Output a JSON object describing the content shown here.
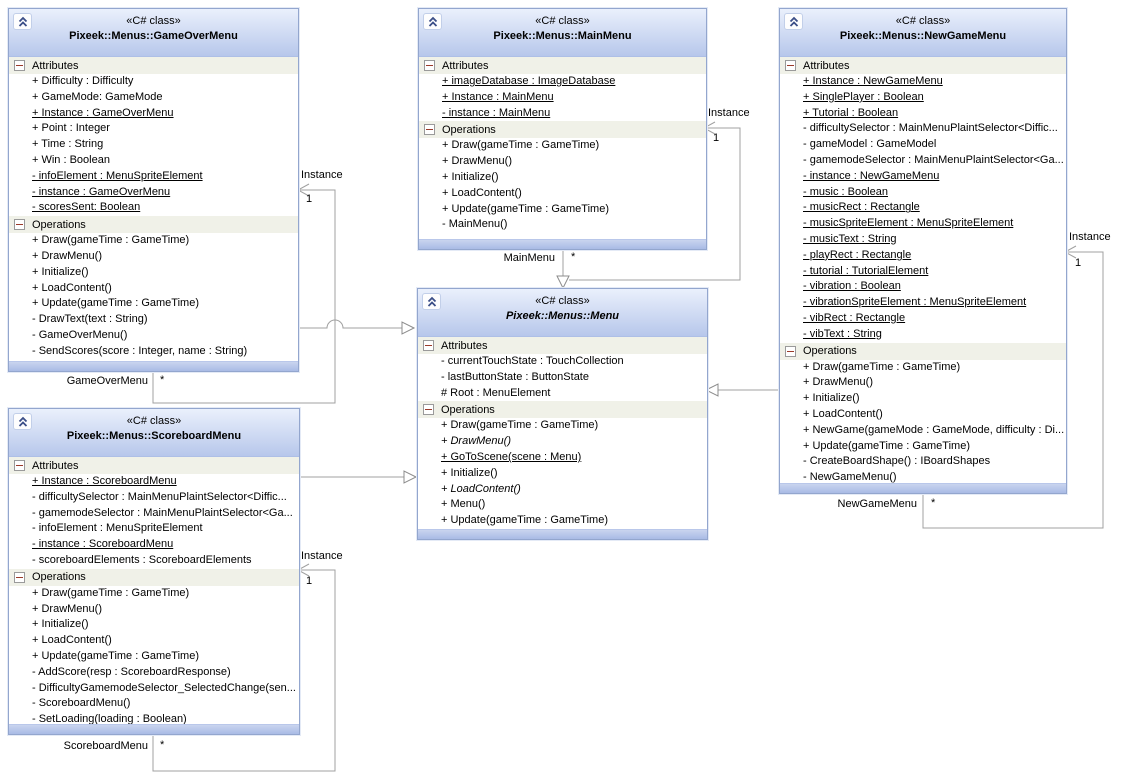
{
  "diagram": {
    "stereotype": "«C# class»",
    "sections": {
      "attributes": "Attributes",
      "operations": "Operations"
    },
    "icons": {
      "collapse": "double-chevron-up-icon",
      "expander": "minus-box-icon"
    },
    "colors": {
      "header_top": "#eaf0fc",
      "header_bottom": "#b7c7eb",
      "box_border": "#93a6ce",
      "section_bg": "#f0f1e8",
      "connector": "#a0a0a0"
    },
    "classes": [
      {
        "name": "Pixeek::Menus::GameOverMenu",
        "abstract": false,
        "attributes": [
          {
            "text": "+ Difficulty : Difficulty",
            "u": 0,
            "i": 0
          },
          {
            "text": "+ GameMode: GameMode",
            "u": 0,
            "i": 0
          },
          {
            "text": "+ Instance : GameOverMenu",
            "u": 1,
            "i": 0
          },
          {
            "text": "+ Point : Integer",
            "u": 0,
            "i": 0
          },
          {
            "text": "+ Time : String",
            "u": 0,
            "i": 0
          },
          {
            "text": "+ Win : Boolean",
            "u": 0,
            "i": 0
          },
          {
            "text": "- infoElement : MenuSpriteElement",
            "u": 1,
            "i": 0
          },
          {
            "text": "- instance : GameOverMenu",
            "u": 1,
            "i": 0
          },
          {
            "text": "- scoresSent: Boolean",
            "u": 1,
            "i": 0
          }
        ],
        "operations": [
          {
            "text": "+ Draw(gameTime : GameTime)",
            "u": 0,
            "i": 0
          },
          {
            "text": "+ DrawMenu()",
            "u": 0,
            "i": 0
          },
          {
            "text": "+ Initialize()",
            "u": 0,
            "i": 0
          },
          {
            "text": "+ LoadContent()",
            "u": 0,
            "i": 0
          },
          {
            "text": "+ Update(gameTime : GameTime)",
            "u": 0,
            "i": 0
          },
          {
            "text": "- DrawText(text : String)",
            "u": 0,
            "i": 0
          },
          {
            "text": "- GameOverMenu()",
            "u": 0,
            "i": 0
          },
          {
            "text": "- SendScores(score : Integer, name : String)",
            "u": 0,
            "i": 0
          }
        ]
      },
      {
        "name": "Pixeek::Menus::MainMenu",
        "abstract": false,
        "attributes": [
          {
            "text": "+ imageDatabase : ImageDatabase",
            "u": 1,
            "i": 0
          },
          {
            "text": "+ Instance : MainMenu",
            "u": 1,
            "i": 0
          },
          {
            "text": "- instance : MainMenu",
            "u": 1,
            "i": 0
          }
        ],
        "operations": [
          {
            "text": "+ Draw(gameTime : GameTime)",
            "u": 0,
            "i": 0
          },
          {
            "text": "+ DrawMenu()",
            "u": 0,
            "i": 0
          },
          {
            "text": "+ Initialize()",
            "u": 0,
            "i": 0
          },
          {
            "text": "+ LoadContent()",
            "u": 0,
            "i": 0
          },
          {
            "text": "+ Update(gameTime : GameTime)",
            "u": 0,
            "i": 0
          },
          {
            "text": "- MainMenu()",
            "u": 0,
            "i": 0
          }
        ]
      },
      {
        "name": "Pixeek::Menus::NewGameMenu",
        "abstract": false,
        "attributes": [
          {
            "text": "+ Instance : NewGameMenu",
            "u": 1,
            "i": 0
          },
          {
            "text": "+ SinglePlayer : Boolean",
            "u": 1,
            "i": 0
          },
          {
            "text": "+ Tutorial : Boolean",
            "u": 1,
            "i": 0
          },
          {
            "text": "- difficultySelector : MainMenuPlaintSelector<Diffic...",
            "u": 0,
            "i": 0
          },
          {
            "text": "- gameModel : GameModel",
            "u": 0,
            "i": 0
          },
          {
            "text": "- gamemodeSelector : MainMenuPlaintSelector<Ga...",
            "u": 0,
            "i": 0
          },
          {
            "text": "- instance : NewGameMenu",
            "u": 1,
            "i": 0
          },
          {
            "text": "- music : Boolean",
            "u": 1,
            "i": 0
          },
          {
            "text": "- musicRect : Rectangle",
            "u": 1,
            "i": 0
          },
          {
            "text": "- musicSpriteElement : MenuSpriteElement",
            "u": 1,
            "i": 0
          },
          {
            "text": "- musicText : String",
            "u": 1,
            "i": 0
          },
          {
            "text": "- playRect : Rectangle",
            "u": 1,
            "i": 0
          },
          {
            "text": "- tutorial : TutorialElement",
            "u": 1,
            "i": 0
          },
          {
            "text": "- vibration : Boolean",
            "u": 1,
            "i": 0
          },
          {
            "text": "- vibrationSpriteElement : MenuSpriteElement",
            "u": 1,
            "i": 0
          },
          {
            "text": "- vibRect : Rectangle",
            "u": 1,
            "i": 0
          },
          {
            "text": "- vibText : String",
            "u": 1,
            "i": 0
          }
        ],
        "operations": [
          {
            "text": "+ Draw(gameTime : GameTime)",
            "u": 0,
            "i": 0
          },
          {
            "text": "+ DrawMenu()",
            "u": 0,
            "i": 0
          },
          {
            "text": "+ Initialize()",
            "u": 0,
            "i": 0
          },
          {
            "text": "+ LoadContent()",
            "u": 0,
            "i": 0
          },
          {
            "text": "+ NewGame(gameMode : GameMode, difficulty : Di...",
            "u": 0,
            "i": 0
          },
          {
            "text": "+ Update(gameTime : GameTime)",
            "u": 0,
            "i": 0
          },
          {
            "text": "- CreateBoardShape() : IBoardShapes",
            "u": 0,
            "i": 0
          },
          {
            "text": "- NewGameMenu()",
            "u": 0,
            "i": 0
          }
        ]
      },
      {
        "name": "Pixeek::Menus::Menu",
        "abstract": true,
        "attributes": [
          {
            "text": "- currentTouchState : TouchCollection",
            "u": 0,
            "i": 0
          },
          {
            "text": "- lastButtonState : ButtonState",
            "u": 0,
            "i": 0
          },
          {
            "text": "# Root : MenuElement",
            "u": 0,
            "i": 0
          }
        ],
        "operations": [
          {
            "text": "+ Draw(gameTime : GameTime)",
            "u": 0,
            "i": 0
          },
          {
            "text": "+ DrawMenu()",
            "u": 0,
            "i": 1
          },
          {
            "text": "+ GoToScene(scene : Menu)",
            "u": 1,
            "i": 0
          },
          {
            "text": "+ Initialize()",
            "u": 0,
            "i": 0
          },
          {
            "text": "+ LoadContent()",
            "u": 0,
            "i": 1
          },
          {
            "text": "+ Menu()",
            "u": 0,
            "i": 0
          },
          {
            "text": "+ Update(gameTime : GameTime)",
            "u": 0,
            "i": 0
          }
        ]
      },
      {
        "name": "Pixeek::Menus::ScoreboardMenu",
        "abstract": false,
        "attributes": [
          {
            "text": "+ Instance : ScoreboardMenu",
            "u": 1,
            "i": 0
          },
          {
            "text": "- difficultySelector : MainMenuPlaintSelector<Diffic...",
            "u": 0,
            "i": 0
          },
          {
            "text": "- gamemodeSelector : MainMenuPlaintSelector<Ga...",
            "u": 0,
            "i": 0
          },
          {
            "text": "- infoElement : MenuSpriteElement",
            "u": 0,
            "i": 0
          },
          {
            "text": "- instance : ScoreboardMenu",
            "u": 1,
            "i": 0
          },
          {
            "text": "- scoreboardElements : ScoreboardElements",
            "u": 0,
            "i": 0
          }
        ],
        "operations": [
          {
            "text": "+ Draw(gameTime : GameTime)",
            "u": 0,
            "i": 0
          },
          {
            "text": "+ DrawMenu()",
            "u": 0,
            "i": 0
          },
          {
            "text": "+ Initialize()",
            "u": 0,
            "i": 0
          },
          {
            "text": "+ LoadContent()",
            "u": 0,
            "i": 0
          },
          {
            "text": "+ Update(gameTime : GameTime)",
            "u": 0,
            "i": 0
          },
          {
            "text": "- AddScore(resp : ScoreboardResponse)",
            "u": 0,
            "i": 0
          },
          {
            "text": "- DifficultyGamemodeSelector_SelectedChange(sen...",
            "u": 0,
            "i": 0
          },
          {
            "text": "- ScoreboardMenu()",
            "u": 0,
            "i": 0
          },
          {
            "text": "- SetLoading(loading : Boolean)",
            "u": 0,
            "i": 0
          }
        ]
      }
    ],
    "associations": [
      {
        "source": "GameOverMenu",
        "mult_source": "*",
        "role": "Instance",
        "mult_target": "1"
      },
      {
        "source": "MainMenu",
        "mult_source": "*",
        "role": "Instance",
        "mult_target": "1"
      },
      {
        "source": "NewGameMenu",
        "mult_source": "*",
        "role": "Instance",
        "mult_target": "1"
      },
      {
        "source": "ScoreboardMenu",
        "mult_source": "*",
        "role": "Instance",
        "mult_target": "1"
      }
    ]
  }
}
